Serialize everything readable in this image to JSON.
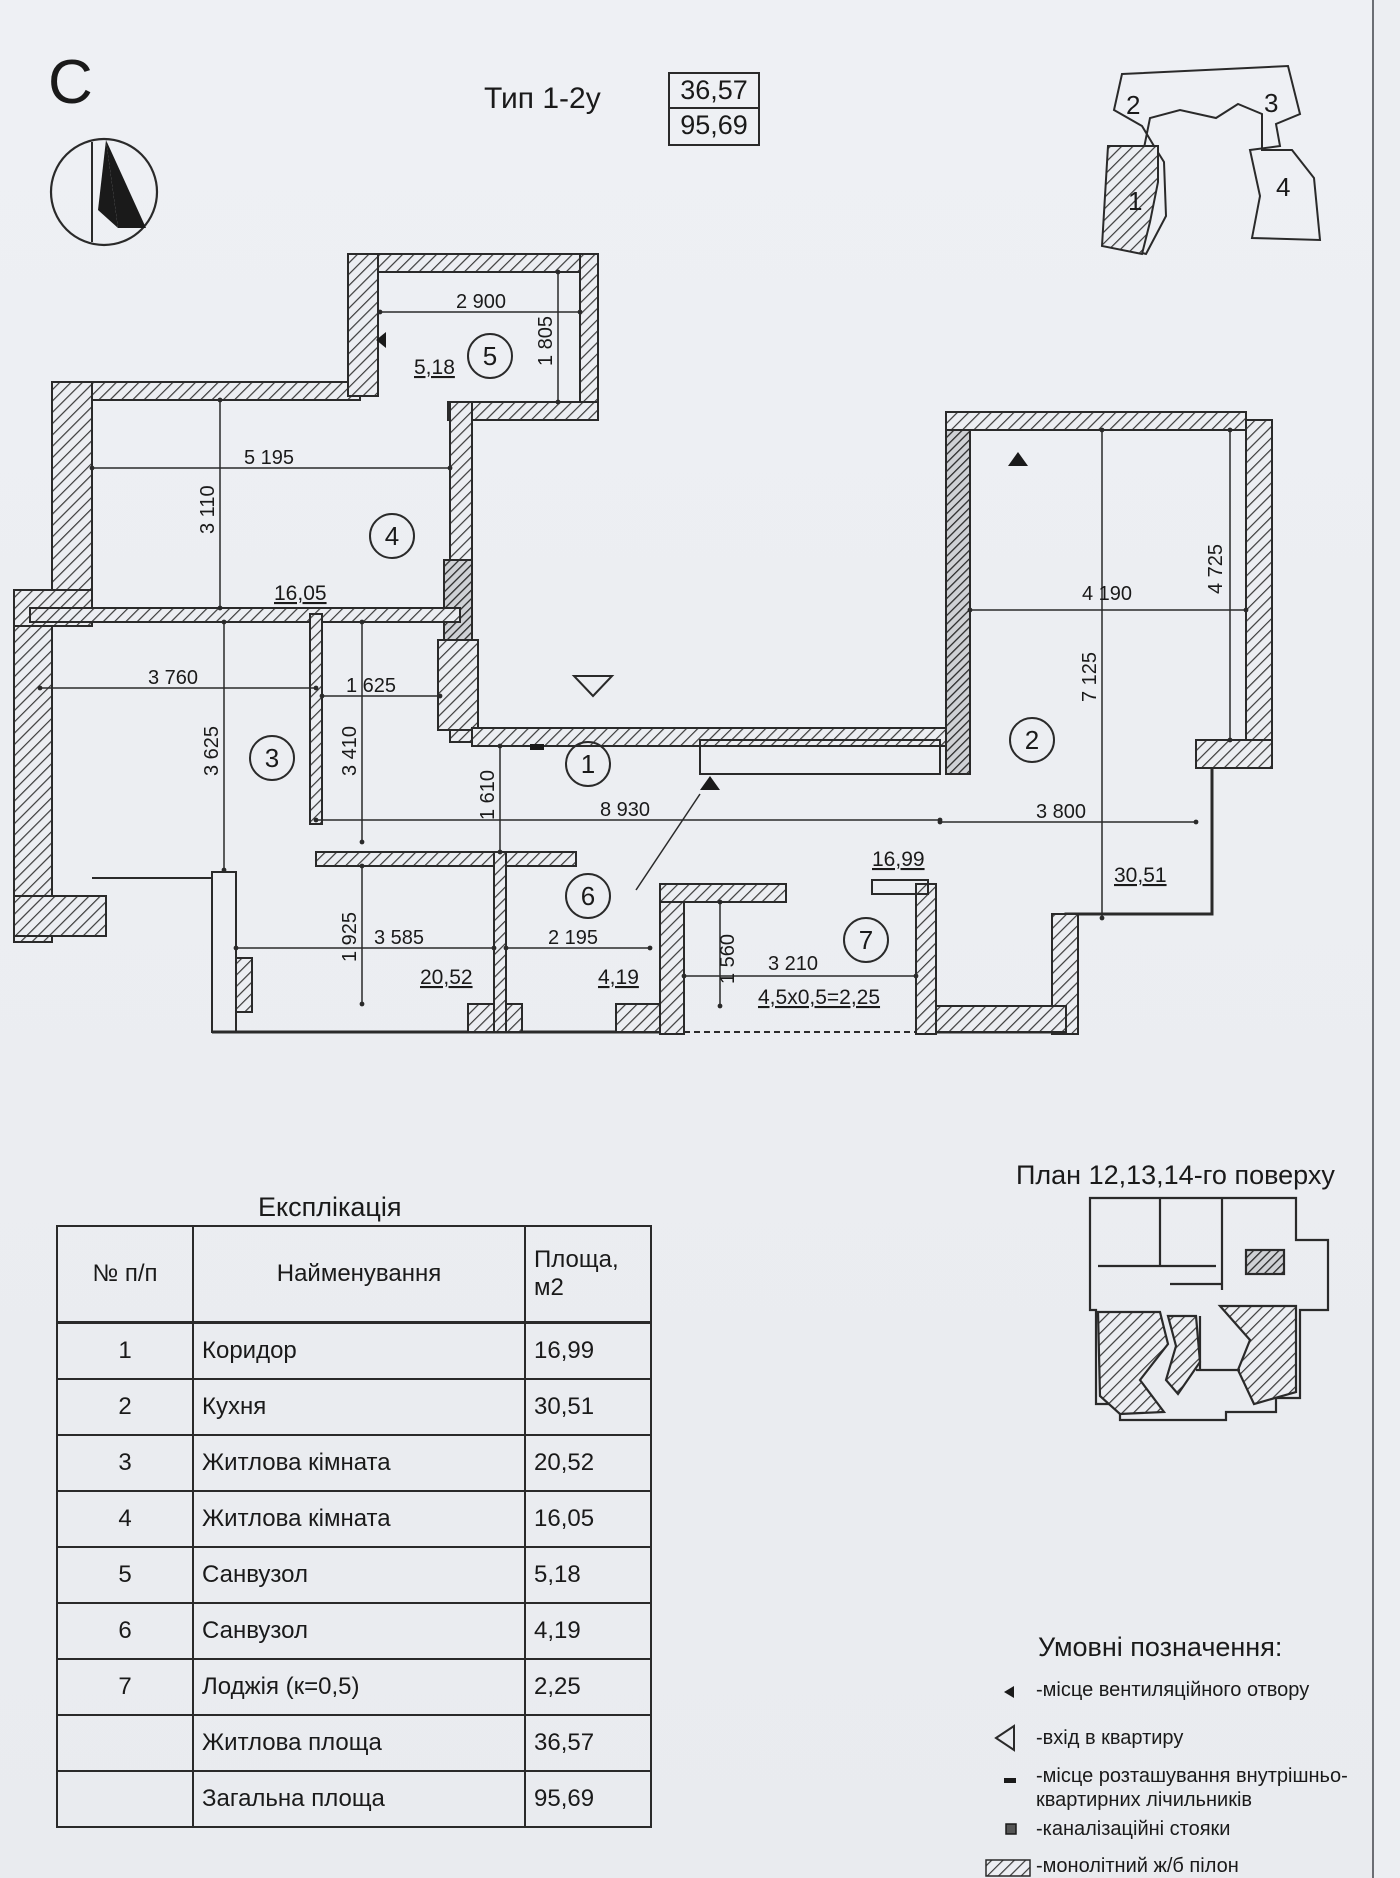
{
  "header": {
    "section_letter": "С",
    "type_title": "Тип 1-2у",
    "living_area": "36,57",
    "total_area": "95,69"
  },
  "key_plan": {
    "sections": [
      "1",
      "2",
      "3",
      "4"
    ]
  },
  "rooms": [
    {
      "number": "1",
      "area": "16,99"
    },
    {
      "number": "2",
      "area": "30,51"
    },
    {
      "number": "3",
      "area": "20,52"
    },
    {
      "number": "4",
      "area": "16,05"
    },
    {
      "number": "5",
      "area": "5,18"
    },
    {
      "number": "6",
      "area": "4,19"
    },
    {
      "number": "7",
      "area": "4,5х0,5=2,25"
    }
  ],
  "dimensions": {
    "bath5_width": "2 900",
    "bath5_depth": "1 805",
    "room4_width": "5 195",
    "room4_depth": "3 110",
    "room3_width": "3 760",
    "room3_depth": "3 625",
    "hall_width": "1 625",
    "hall_depth": "3 410",
    "corridor_depth": "1 610",
    "total_length": "8 930",
    "kitchen_length": "3 800",
    "kitchen_width": "4 190",
    "kitchen_full_depth": "7 125",
    "kitchen_side": "4 725",
    "bottom_depth": "1 925",
    "bottom_width": "3 585",
    "bath6_width": "2 195",
    "loggia_depth": "1 560",
    "loggia_width": "3 210"
  },
  "explication": {
    "title": "Експлікація",
    "headers": {
      "num": "№ п/п",
      "name": "Найменування",
      "area": "Площа, м2"
    },
    "rows": [
      {
        "num": "1",
        "name": "Коридор",
        "area": "16,99"
      },
      {
        "num": "2",
        "name": "Кухня",
        "area": "30,51"
      },
      {
        "num": "3",
        "name": "Житлова кімната",
        "area": "20,52"
      },
      {
        "num": "4",
        "name": "Житлова кімната",
        "area": "16,05"
      },
      {
        "num": "5",
        "name": "Санвузол",
        "area": "5,18"
      },
      {
        "num": "6",
        "name": "Санвузол",
        "area": "4,19"
      },
      {
        "num": "7",
        "name": "Лоджія (к=0,5)",
        "area": "2,25"
      },
      {
        "num": "",
        "name": "Житлова площа",
        "area": "36,57"
      },
      {
        "num": "",
        "name": "Загальна площа",
        "area": "95,69"
      }
    ]
  },
  "floor_plan_caption": "План 12,13,14-го поверху",
  "legend": {
    "title": "Умовні позначення:",
    "items": [
      {
        "icon": "vent-marker-icon",
        "text": "-місце вентиляційного отвору"
      },
      {
        "icon": "entrance-marker-icon",
        "text": "-вхід в квартиру"
      },
      {
        "icon": "meter-marker-icon",
        "text": "-місце розташування внутрішньо-",
        "text2": "квартирних лічильників"
      },
      {
        "icon": "sewer-riser-icon",
        "text": "-каналізаційні стояки"
      },
      {
        "icon": "pylon-hatch-icon",
        "text": "-монолітний ж/б пілон"
      }
    ]
  },
  "colors": {
    "line": "#2a2a2a",
    "paper": "#eceef2",
    "hatch": "#3a3a3a"
  }
}
